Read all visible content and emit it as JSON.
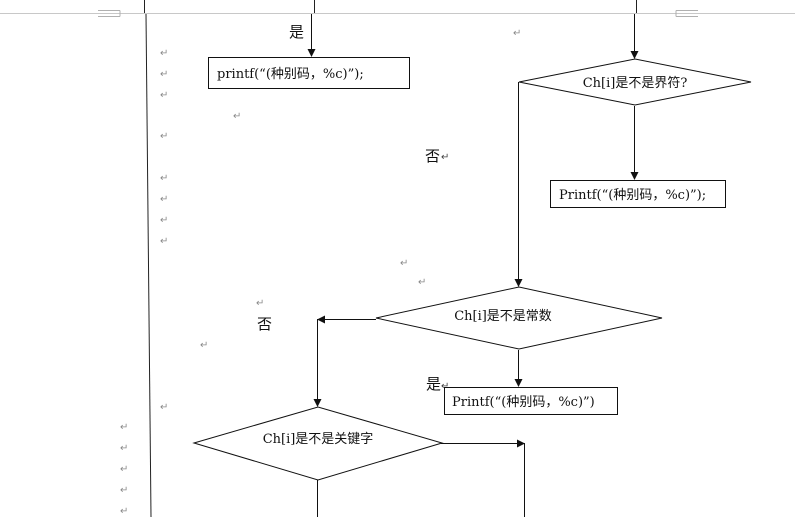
{
  "flowchart": {
    "box_printf_top": "printf(“(种别码，%c)”);",
    "decision_boundary": "Ch[i]是不是界符?",
    "box_printf_boundary": "Printf(“(种别码，%c)”);",
    "decision_constant": "Ch[i]是不是常数",
    "box_printf_constant": "Printf(“(种别码，%c)”)",
    "decision_keyword": "Ch[i]是不是关键字",
    "label_yes_top": "是",
    "label_no_right": "否",
    "label_no_left": "否",
    "label_yes_constant": "是"
  },
  "editor": {
    "paragraph_mark": "↵"
  }
}
